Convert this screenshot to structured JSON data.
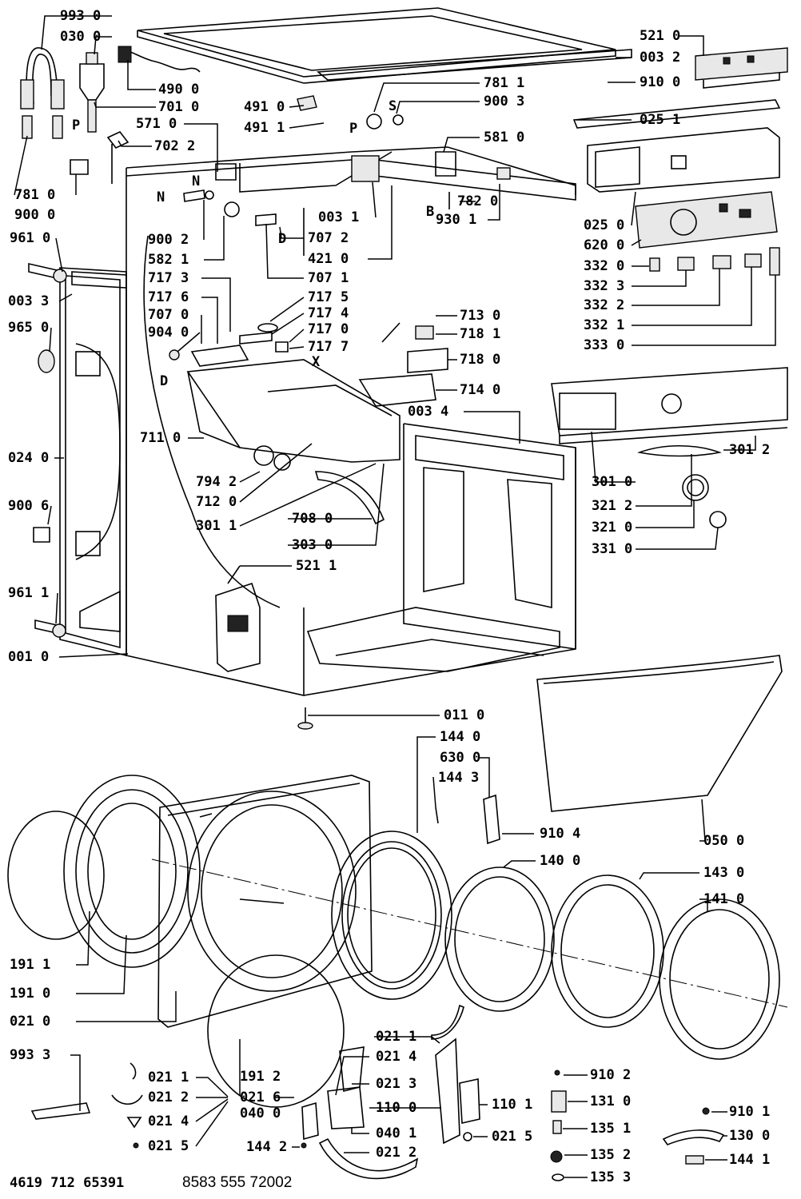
{
  "labels": {
    "l9930": "993 0",
    "l0300": "030 0",
    "l4900": "490 0",
    "l7010": "701 0",
    "l5710": "571 0",
    "l7022": "702 2",
    "l7810a": "781 0",
    "l9000": "900 0",
    "l9610": "961 0",
    "l0033": "003 3",
    "l9650": "965 0",
    "l0240": "024 0",
    "l9006": "900 6",
    "l9611": "961 1",
    "l0010": "001 0",
    "l4910": "491 0",
    "l4911": "491 1",
    "l7811": "781 1",
    "l9003": "900 3",
    "l5810": "581 0",
    "l0031": "003 1",
    "l7072": "707 2",
    "l4210": "421 0",
    "l7820": "782 0",
    "l9301": "930 1",
    "l9002": "900 2",
    "l5821": "582 1",
    "l7071": "707 1",
    "l7173": "717 3",
    "l7176": "717 6",
    "l7070": "707 0",
    "l9040": "904 0",
    "l7175": "717 5",
    "l7174": "717 4",
    "l7170": "717 0",
    "l7177": "717 7",
    "l7130": "713 0",
    "l7181": "718 1",
    "l7180": "718 0",
    "l7140": "714 0",
    "l0034": "003 4",
    "l7110": "711 0",
    "l7942": "794 2",
    "l7120": "712 0",
    "l3011": "301 1",
    "l7080": "708 0",
    "l3030": "303 0",
    "l5211": "521 1",
    "l5210": "521 0",
    "l0032": "003 2",
    "l9100": "910 0",
    "l0251": "025 1",
    "l0250": "025 0",
    "l6200": "620 0",
    "l3320": "332 0",
    "l3323": "332 3",
    "l3322": "332 2",
    "l3321": "332 1",
    "l3330": "333 0",
    "l3012": "301 2",
    "l3010": "301 0",
    "l3212": "321 2",
    "l3210": "321 0",
    "l3310": "331 0",
    "l0110": "011 0",
    "l1440": "144 0",
    "l6300": "630 0",
    "l1443": "144 3",
    "l9104": "910 4",
    "l0500": "050 0",
    "l1400": "140 0",
    "l1430": "143 0",
    "l1410": "141 0",
    "l1911": "191 1",
    "l1910": "191 0",
    "l0210": "021 0",
    "l9933": "993 3",
    "l0211a": "021 1",
    "l0212a": "021 2",
    "l0214a": "021 4",
    "l0215a": "021 5",
    "l0216": "021 6",
    "l0400": "040 0",
    "l1912": "191 2",
    "l0211b": "021 1",
    "l0214b": "021 4",
    "l0213": "021 3",
    "l1100": "110 0",
    "l0401": "040 1",
    "l1442": "144 2",
    "l0212b": "021 2",
    "l1101": "110 1",
    "l0215b": "021 5",
    "l9102": "910 2",
    "l1310": "131 0",
    "l1351": "135 1",
    "l1352": "135 2",
    "l1353": "135 3",
    "l9101": "910 1",
    "l1300": "130 0",
    "l1441": "144 1",
    "mN1": "N",
    "mN2": "N",
    "mP1": "P",
    "mP2": "P",
    "mS": "S",
    "mB": "B",
    "mD1": "D",
    "mD2": "D",
    "mX": "X"
  },
  "footer": {
    "left": "4619 712 65391",
    "right": "8583 555 72002"
  }
}
